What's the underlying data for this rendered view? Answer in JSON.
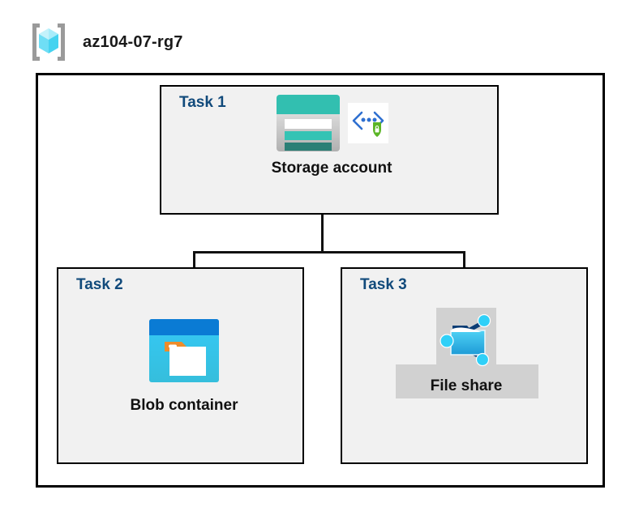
{
  "header": {
    "icon": "resource-group-icon",
    "title": "az104-07-rg7"
  },
  "diagram": {
    "type": "azure-architecture-hierarchy",
    "boundary_name": "resource-group-boundary",
    "boundary_label": "az104-07-rg7",
    "colors": {
      "task_label": "#114A7B",
      "task_fill": "#F1F1F1",
      "boundary_border": "#000000",
      "connector": "#111111",
      "highlight": "#D1D1D1",
      "storage_teal": "#32BFB0",
      "storage_teal_dark": "#2A7F76",
      "blob_blue": "#0078D4",
      "blob_cyan": "#32C5F4",
      "blob_orange": "#EE8C2A",
      "fileshare_cyan": "#32C5F4",
      "fileshare_navy": "#0B3D75",
      "shield_green": "#5BB526",
      "cube_cyan": "#6FDEF5",
      "bracket_gray": "#9A9A9A"
    },
    "nodes": [
      {
        "id": "task1",
        "task_label": "Task 1",
        "node_label": "Storage account",
        "icons": [
          "storage-account-icon",
          "secure-endpoint-icon"
        ],
        "highlighted": false
      },
      {
        "id": "task2",
        "task_label": "Task 2",
        "node_label": "Blob container",
        "icons": [
          "blob-container-icon"
        ],
        "highlighted": false
      },
      {
        "id": "task3",
        "task_label": "Task 3",
        "node_label": "File share",
        "icons": [
          "file-share-icon"
        ],
        "highlighted": true
      }
    ],
    "connections": [
      {
        "from": "Storage account",
        "to": "Blob container"
      },
      {
        "from": "Storage account",
        "to": "File share"
      }
    ]
  }
}
